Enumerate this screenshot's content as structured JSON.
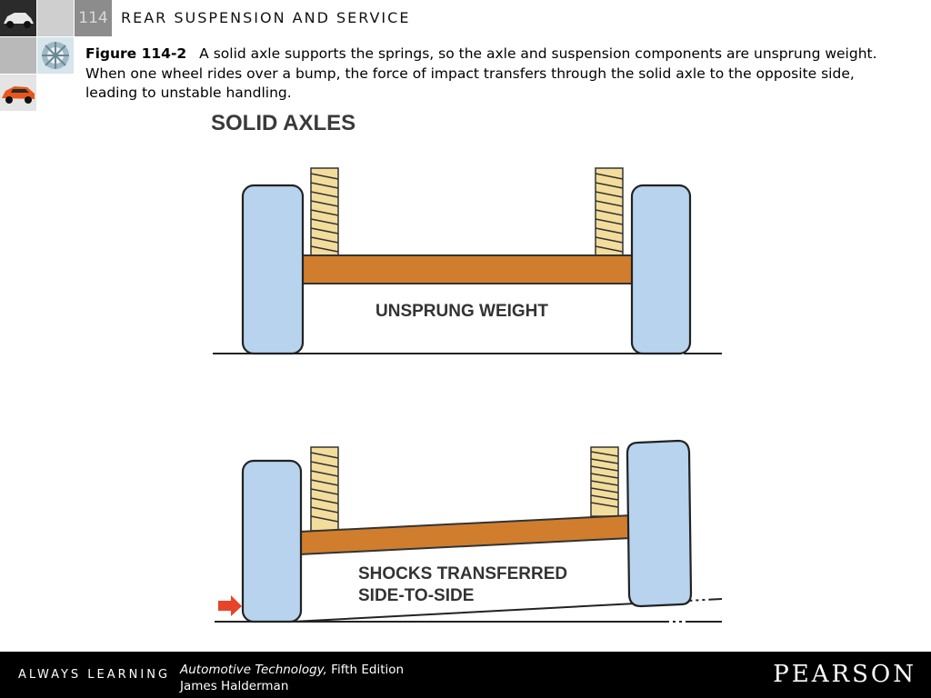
{
  "header": {
    "chapter_number": "114",
    "chapter_title": "REAR SUSPENSION AND SERVICE"
  },
  "caption": {
    "figure_label": "Figure 114-2",
    "text": "A solid axle supports the springs, so the axle and suspension components are unsprung weight. When one wheel rides over a bump, the force of impact transfers through the solid axle to the opposite side, leading to unstable handling."
  },
  "figure": {
    "title": "SOLID AXLES",
    "top_label": "UNSPRUNG WEIGHT",
    "bottom_label_line1": "SHOCKS TRANSFERRED",
    "bottom_label_line2": "SIDE-TO-SIDE",
    "colors": {
      "wheel": "#b7d3ee",
      "axle": "#d07e2e",
      "spring": "#f3dd9c",
      "arrow": "#e8442a"
    }
  },
  "footer": {
    "tagline": "ALWAYS LEARNING",
    "book_title": "Automotive Technology,",
    "edition": "Fifth Edition",
    "author": "James Halderman",
    "publisher": "PEARSON"
  }
}
